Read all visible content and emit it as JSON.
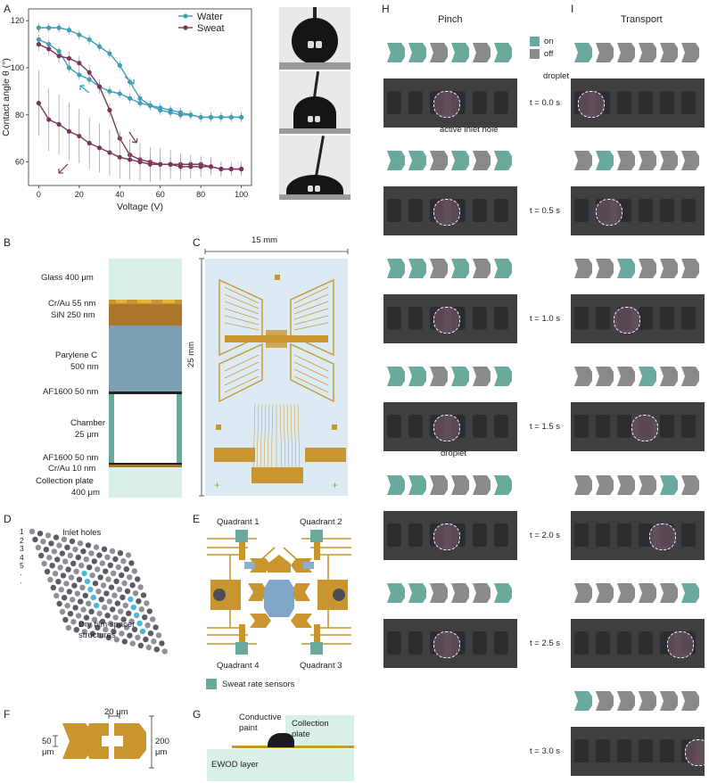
{
  "panel_labels": {
    "A": "A",
    "B": "B",
    "C": "C",
    "D": "D",
    "E": "E",
    "F": "F",
    "G": "G",
    "H": "H",
    "I": "I"
  },
  "chart_data": {
    "type": "line",
    "xlabel": "Voltage (V)",
    "ylabel": "Contact angle θ (°)",
    "xlim": [
      -5,
      105
    ],
    "ylim": [
      50,
      125
    ],
    "xticks": [
      0,
      20,
      40,
      60,
      80,
      100
    ],
    "yticks": [
      60,
      80,
      100,
      120
    ],
    "legend_position": "top-right",
    "series": [
      {
        "name": "Water",
        "color": "#3aa0b4",
        "x": [
          0,
          5,
          10,
          15,
          20,
          25,
          30,
          35,
          40,
          45,
          50,
          55,
          60,
          65,
          70,
          75,
          80,
          85,
          90,
          95,
          100
        ],
        "increasing": [
          117,
          117,
          117,
          116,
          114,
          112,
          109,
          106,
          101,
          94,
          87,
          84,
          82,
          81,
          80,
          80,
          79,
          79,
          79,
          79,
          79
        ],
        "decreasing": [
          112,
          110,
          107,
          100,
          97,
          95,
          92,
          90,
          89,
          87,
          85,
          84,
          83,
          82,
          81,
          80,
          79,
          79,
          79,
          79,
          79
        ]
      },
      {
        "name": "Sweat",
        "color": "#7a3558",
        "x": [
          0,
          5,
          10,
          15,
          20,
          25,
          30,
          35,
          40,
          45,
          50,
          55,
          60,
          65,
          70,
          75,
          80,
          85,
          90,
          95,
          100
        ],
        "increasing": [
          110,
          108,
          105,
          104,
          102,
          98,
          92,
          82,
          70,
          63,
          61,
          60,
          59,
          59,
          59,
          59,
          59,
          58,
          57,
          57,
          57
        ],
        "decreasing": [
          85,
          78,
          76,
          73,
          71,
          68,
          66,
          64,
          62,
          61,
          60,
          59,
          59,
          59,
          58,
          58,
          58,
          58,
          57,
          57,
          57
        ]
      }
    ]
  },
  "layers": {
    "glass": "Glass 400 μm",
    "crau": "Cr/Au 55 nm",
    "sin": "SiN 250 nm",
    "parylene": "Parylene C",
    "parylene2": "500 nm",
    "af1": "AF1600 50 nm",
    "chamber": "Chamber",
    "chamber2": "25 μm",
    "af2": "AF1600 50 nm",
    "crau2": "Cr/Au 10 nm",
    "collection": "Collection plate",
    "collection2": "400 μm"
  },
  "panel_c": {
    "width": "15 mm",
    "height": "25 mm"
  },
  "panel_d": {
    "inlet": "Inlet holes",
    "spacer1": "Dry film spacer",
    "spacer2": "structures",
    "rows": [
      "1",
      "2",
      "3",
      "4",
      "5",
      "·",
      "·"
    ]
  },
  "panel_e": {
    "q1": "Quadrant 1",
    "q2": "Quadrant 2",
    "q3": "Quadrant 3",
    "q4": "Quadrant 4",
    "legend": "Sweat rate sensors"
  },
  "panel_f": {
    "w": "20 μm",
    "h1": "50",
    "h2": "μm",
    "t1": "200",
    "t2": "μm"
  },
  "panel_g": {
    "paint1": "Conductive",
    "paint2": "paint",
    "coll1": "Collection",
    "coll2": "plate",
    "ewod": "EWOD layer"
  },
  "panel_h": {
    "title": "Pinch",
    "inlet": "active inlet hole",
    "droplet": "droplet"
  },
  "panel_i": {
    "title": "Transport",
    "on": "on",
    "off": "off",
    "droplet": "droplet"
  },
  "times": [
    "t = 0.0 s",
    "t = 0.5 s",
    "t = 1.0 s",
    "t = 1.5 s",
    "t = 2.0 s",
    "t = 2.5 s",
    "t = 3.0 s"
  ],
  "colors": {
    "water": "#3aa0b4",
    "sweat": "#7a3558",
    "teal": "#6aaa9c",
    "gold": "#c8952e",
    "gray": "#8a8a8a"
  }
}
